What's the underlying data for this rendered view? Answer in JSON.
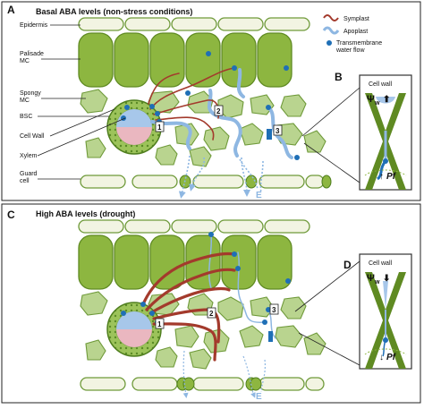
{
  "panel_a": {
    "letter": "A",
    "title": "Basal ABA levels (non-stress conditions)",
    "labels": {
      "epidermis": "Epidermis",
      "palisade_1": "Palisade",
      "palisade_2": "MC",
      "spongy_1": "Spongy",
      "spongy_2": "MC",
      "bsc": "BSC",
      "cell_wall": "Cell Wall",
      "xylem": "Xylem",
      "guard_1": "Guard",
      "guard_2": "cell"
    },
    "path_numbers": [
      "1",
      "2",
      "3"
    ],
    "e_label": "E"
  },
  "legend": {
    "symplast": "Symplast",
    "apoplast": "Apoplast",
    "transmembrane_1": "Transmembrane",
    "transmembrane_2": "water flow"
  },
  "panel_b": {
    "letter": "B",
    "cell_wall": "Cell wall",
    "psi": "Ψ",
    "psi_sub": "w",
    "psi_arrow": "⬆",
    "pf_arrow": "↑",
    "pf": "Pf"
  },
  "panel_c": {
    "letter": "C",
    "title": "High ABA levels  (drought)",
    "path_numbers": [
      "1",
      "2",
      "3"
    ],
    "e_label": "E"
  },
  "panel_d": {
    "letter": "D",
    "cell_wall": "Cell wall",
    "psi": "Ψ",
    "psi_sub": "w",
    "psi_arrow": "⬇",
    "pf_arrow": "↓",
    "pf": "Pf"
  },
  "colors": {
    "palisade": "#8db640",
    "palisade_stroke": "#5f8a22",
    "epidermis": "#f2f4e2",
    "spongy": "#b9d48f",
    "spongy_stroke": "#6f9a3a",
    "symplast": "#a33a2c",
    "apoplast": "#8eb7e2",
    "dot": "#1f6fb6",
    "xylem_blue": "#a7c7ea",
    "xylem_pink": "#eab7c0"
  }
}
